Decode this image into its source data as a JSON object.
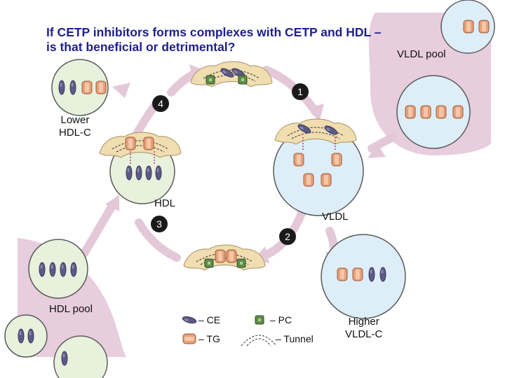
{
  "title_lines": [
    "If CETP inhibitors forms complexes with CETP and HDL –",
    "is that beneficial or detrimental?"
  ],
  "labels": {
    "vldl_pool": "VLDL pool",
    "lower_hdl_c_line1": "Lower",
    "lower_hdl_c_line2": "HDL-C",
    "hdl": "HDL",
    "vldl": "VLDL",
    "hdl_pool": "HDL pool",
    "higher_vldl_c_line1": "Higher",
    "higher_vldl_c_line2": "VLDL-C"
  },
  "steps": [
    "1",
    "2",
    "3",
    "4"
  ],
  "legend": {
    "ce": "– CE",
    "tg": "– TG",
    "pc": "– PC",
    "tunnel": "– Tunnel"
  },
  "colors": {
    "pool_pink": "#e7cddd",
    "arrow_pink": "#e3c9d8",
    "hdl_green": "#e7f1dc",
    "vldl_blue": "#ddeef9",
    "ce_purple": "#5e5a86",
    "tg_orange": "#e7a07a",
    "pc_green": "#5f8b4a",
    "cetp_tan": "#f0ddb0",
    "title_blue": "#1f1f8f"
  }
}
